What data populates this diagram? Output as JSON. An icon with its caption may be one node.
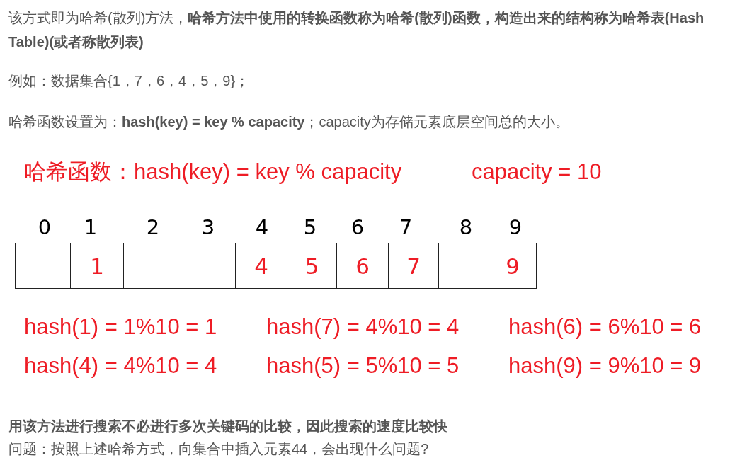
{
  "diagram": {
    "nodes": [
      {
        "text": [],
        "shape": "box"
      },
      {
        "text": [
          "1"
        ]
      },
      {
        "text": [],
        "shape": "box"
      },
      {
        "text": [],
        "shape": "box"
      },
      {
        "text": [
          "4"
        ]
      },
      {
        "text": [
          "5"
        ]
      },
      {
        "text": [
          "6"
        ]
      },
      {
        "text": [
          "7"
        ]
      },
      {
        "text": [],
        "shape": "box"
      },
      {
        "text": [
          "9"
        ]
      }
    ],
    "labels": [
      "该方式即为哈希(散列)方法，**哈希方法中使用的转换函数称为哈希(散列)函数，构造出来的结构称为哈希表(Hash Table)(或者称散列表)**",
      "例如：数据集合{1，7，6，4，5，9}；",
      "哈希函数设置为：**hash(key) = key % capacity**；capacity为存储元素底层空间总的大小。",
      "哈希函数：hash(key) = key % capacity",
      "capacity = 10",
      "0",
      "1",
      "2",
      "3",
      "4",
      "5",
      "6",
      "7",
      "8",
      "9",
      "hash(1) = 1%10 = 1",
      "hash(7) = 4%10 = 4",
      "hash(6) = 6%10 = 6",
      "hash(4) = 4%10 = 4",
      "hash(5) = 5%10 = 5",
      "hash(9) = 9%10 = 9",
      "用该方法进行搜索不必进行多次关键码的比较，因此搜索的速度比较快",
      "问题：按照上述哈希方式，向集合中插入元素44，会出现什么问题?"
    ]
  }
}
